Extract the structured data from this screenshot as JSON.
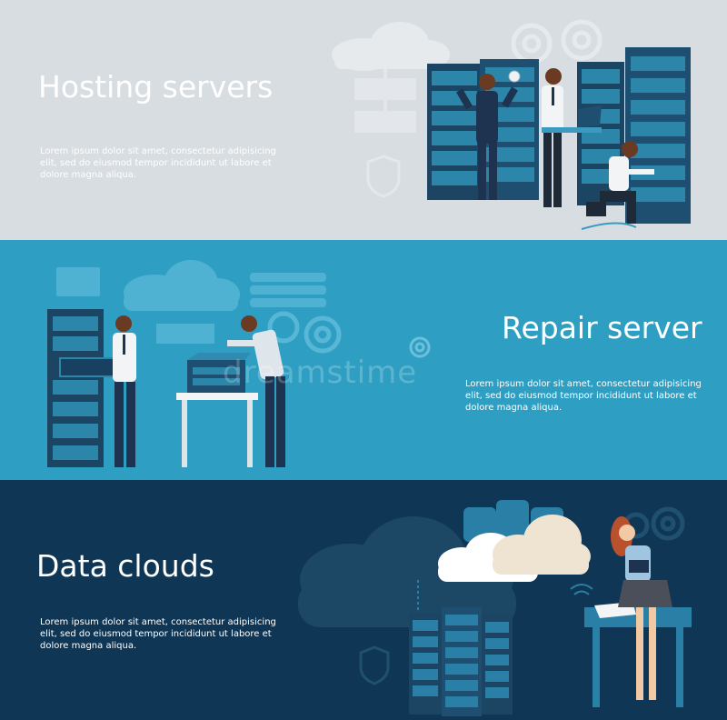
{
  "banners": [
    {
      "title": "Hosting servers",
      "text": "Lorem ipsum dolor sit amet, consectetur adipisicing elit, sed do eiusmod tempor incididunt ut labore et dolore magna aliqua."
    },
    {
      "title": "Repair server",
      "text": "Lorem ipsum dolor sit amet, consectetur adipisicing elit, sed do eiusmod tempor incididunt ut labore et dolore magna aliqua."
    },
    {
      "title": "Data clouds",
      "text": "Lorem ipsum dolor sit amet, consectetur adipisicing elit, sed do eiusmod tempor incididunt ut labore et dolore magna aliqua."
    }
  ],
  "watermark": "dreamstime",
  "colors": {
    "banner_1_bg": "#d8dde2",
    "banner_2_bg": "#2e9fc3",
    "banner_3_bg": "#0f3654",
    "server_rack": "#1d4a68",
    "server_unit": "#2f8cb0",
    "suit": "#1e3350",
    "shirt": "#f2f4f6"
  }
}
